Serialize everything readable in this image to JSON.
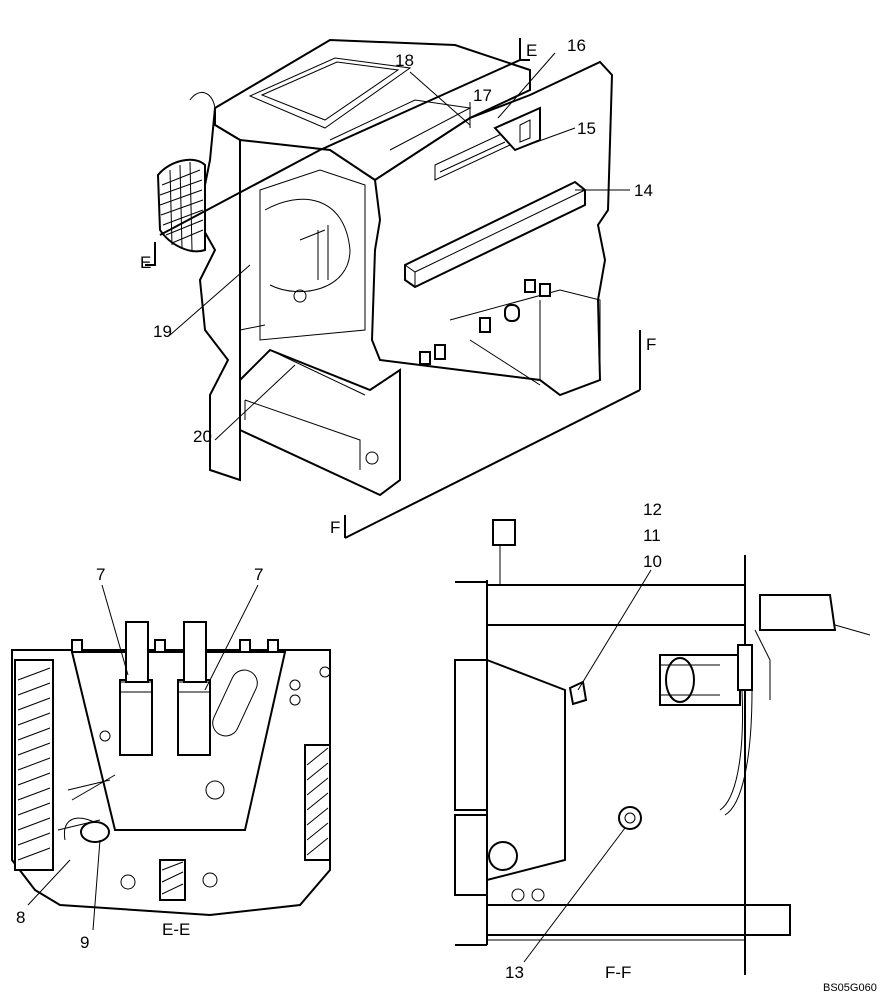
{
  "section_labels": {
    "e_top": "E",
    "e_left": "E",
    "f_right": "F",
    "f_left": "F",
    "view_ee": "E-E",
    "view_ff": "F-F"
  },
  "callouts": {
    "c14": "14",
    "c15": "15",
    "c16": "16",
    "c17": "17",
    "c18": "18",
    "c19": "19",
    "c20": "20",
    "c7a": "7",
    "c7b": "7",
    "c8": "8",
    "c9": "9",
    "c10": "10",
    "c11": "11",
    "c12": "12",
    "c13": "13"
  },
  "drawing_ref": "BS05G060"
}
